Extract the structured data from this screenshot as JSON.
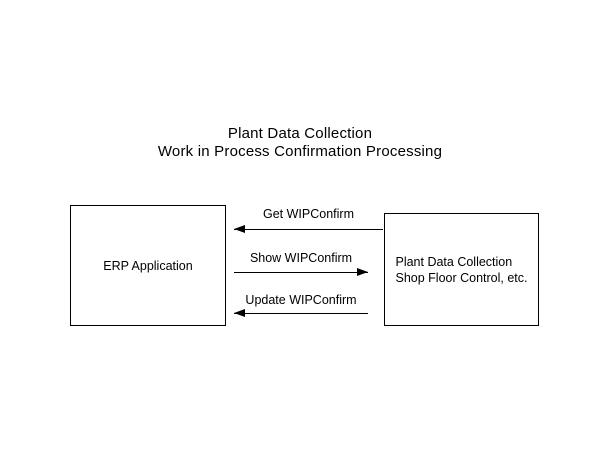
{
  "diagram": {
    "title": {
      "line1": "Plant Data Collection",
      "line2": "Work in Process Confirmation Processing"
    },
    "nodes": [
      {
        "id": "erp",
        "label": "ERP Application"
      },
      {
        "id": "pdc",
        "label_line1": "Plant Data Collection",
        "label_line2": "Shop Floor Control, etc."
      }
    ],
    "flows": [
      {
        "id": "get",
        "label": "Get WIPConfirm",
        "direction": "right-to-left",
        "arrowhead": "left-arrowhead-icon"
      },
      {
        "id": "show",
        "label": "Show WIPConfirm",
        "direction": "left-to-right",
        "arrowhead": "right-arrowhead-icon"
      },
      {
        "id": "update",
        "label": "Update WIPConfirm",
        "direction": "right-to-left",
        "arrowhead": "left-arrowhead-icon"
      }
    ],
    "colors": {
      "background": "#ffffff",
      "stroke": "#000000",
      "text": "#000000"
    }
  }
}
